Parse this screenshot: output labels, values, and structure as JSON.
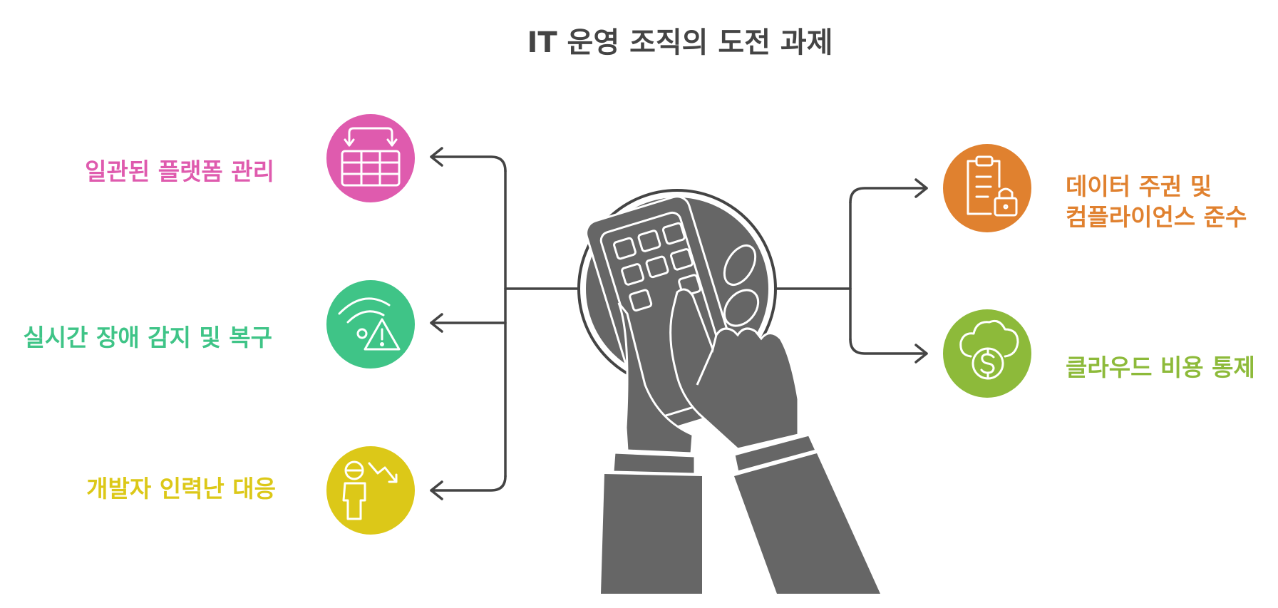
{
  "title": "IT 운영 조직의 도전 과제",
  "colors": {
    "connector": "#444444",
    "hands": "#666666",
    "pink": "#df5bae",
    "green": "#3fc487",
    "yellow": "#dcc818",
    "orange": "#e0812f",
    "lime": "#8dba3a"
  },
  "left_items": [
    {
      "label": "일관된 플랫폼 관리",
      "icon": "calendar-swap-icon",
      "color": "#df5bae"
    },
    {
      "label": "실시간 장애 감지 및 복구",
      "icon": "wifi-warning-icon",
      "color": "#3fc487"
    },
    {
      "label": "개발자 인력난 대응",
      "icon": "person-decline-icon",
      "color": "#dcc818"
    }
  ],
  "right_items": [
    {
      "label_lines": [
        "데이터 주권 및",
        "컴플라이언스 준수"
      ],
      "icon": "clipboard-lock-icon",
      "color": "#e0812f"
    },
    {
      "label": "클라우드 비용 통제",
      "icon": "cloud-dollar-icon",
      "color": "#8dba3a"
    }
  ],
  "center_icon": "hands-calculator-icon"
}
